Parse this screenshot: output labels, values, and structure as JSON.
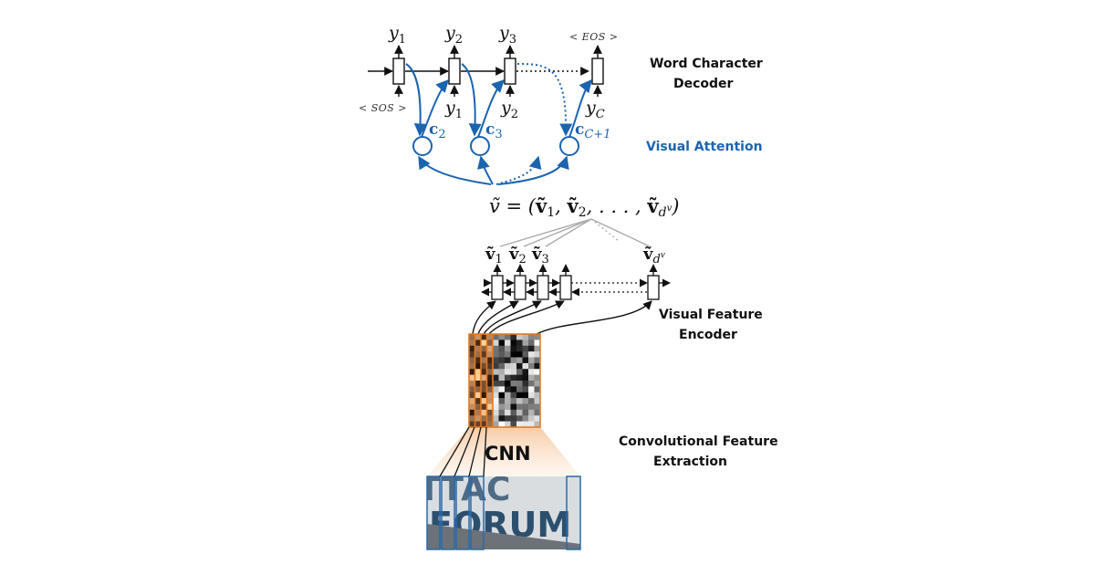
{
  "labels": {
    "decoder_line1": "Word Character",
    "decoder_line2": "Decoder",
    "attention": "Visual Attention",
    "encoder_line1": "Visual Feature",
    "encoder_line2": "Encoder",
    "cnn_line1": "Convolutional Feature",
    "cnn_line2": "Extraction",
    "cnn": "CNN"
  },
  "decoder": {
    "outputs": [
      "y",
      "y",
      "y"
    ],
    "output_subs": [
      "1",
      "2",
      "3"
    ],
    "eos": "< EOS >",
    "sos": "< SOS >",
    "inputs": [
      "y",
      "y",
      "y"
    ],
    "input_subs": [
      "1",
      "2",
      "C"
    ]
  },
  "attention": {
    "contexts": [
      "c",
      "c",
      "c"
    ],
    "context_subs": [
      "2",
      "3",
      "C+1"
    ]
  },
  "feature_sequence": {
    "formula_lhs": "ṽ = (",
    "v1": "ṽ",
    "v1_sub": "1",
    "sep1": ", ",
    "v2": "ṽ",
    "v2_sub": "2",
    "ellipsis": ", . . . , ",
    "vd": "ṽ",
    "vd_sub": "d",
    "vd_sup": "v",
    "close": ")"
  },
  "encoder": {
    "vectors": [
      "ṽ",
      "ṽ",
      "ṽ",
      "ṽ"
    ],
    "vector_subs": [
      "1",
      "2",
      "3",
      "d"
    ],
    "last_sup": "v"
  },
  "image_text": "FORUM",
  "image_text_top": "TTAC",
  "colors": {
    "blue": "#1b64b0",
    "orange": "#e07b22",
    "frame_blue": "#2a6aa8",
    "gray": "#aaaaaa"
  }
}
